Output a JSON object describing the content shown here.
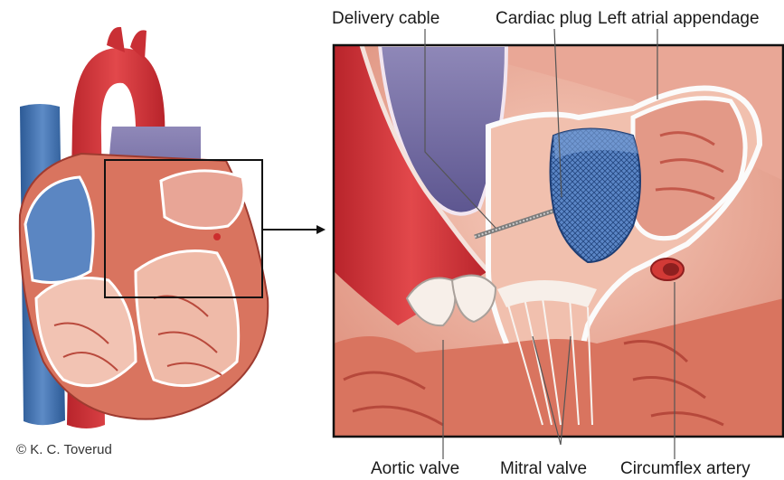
{
  "labels": {
    "delivery_cable": "Delivery cable",
    "cardiac_plug": "Cardiac plug",
    "left_atrial_appendage": "Left atrial appendage",
    "aortic_valve": "Aortic valve",
    "mitral_valve": "Mitral valve",
    "circumflex_artery": "Circumflex artery"
  },
  "copyright": "© K. C. Toverud",
  "colors": {
    "vein_blue": "#3d6fae",
    "aorta_red": "#d9373c",
    "pulmonary_purple": "#7b74a6",
    "muscle": "#d97b6a",
    "tissue_light": "#f0b9a7",
    "plug_blue": "#3f6fb4"
  }
}
